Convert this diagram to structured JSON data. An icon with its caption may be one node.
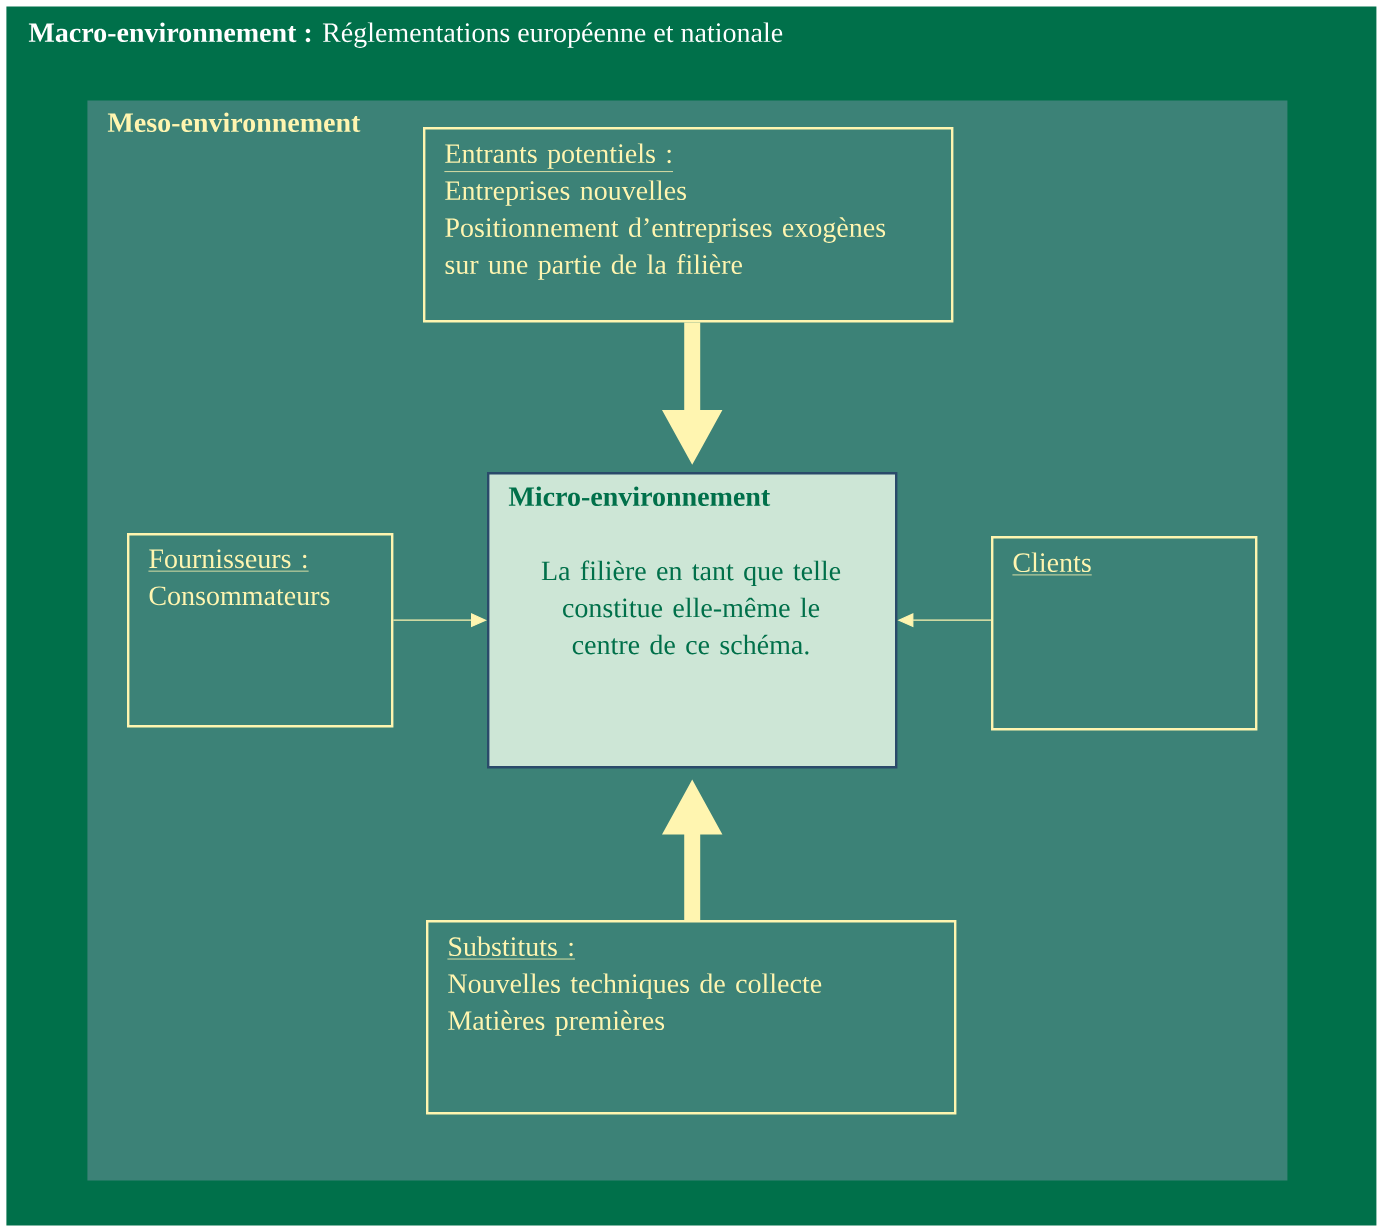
{
  "diagram": {
    "nodes": [
      {
        "text": [
          "**Macro-environnement :** Réglementations européenne et nationale"
        ]
      },
      {
        "text": [
          "Meso-environnement"
        ],
        "in": 0
      },
      {
        "text": [
          "Entrants potentiels :",
          "Entreprises nouvelles",
          "Positionnement d’entreprises exogènes sur une partie de la filière"
        ],
        "in": 1
      },
      {
        "text": [
          "Micro-environnement",
          "La filière en tant que telle constitue elle-même le centre de ce schéma."
        ],
        "in": 1
      },
      {
        "text": [
          "Fournisseurs :",
          "Consommateurs"
        ],
        "in": 1
      },
      {
        "text": [
          "Clients"
        ],
        "in": 1
      },
      {
        "text": [
          "Substituts :",
          "Nouvelles techniques de collecte",
          "Matières premières"
        ],
        "in": 1
      }
    ],
    "edges": [
      {
        "from": 2,
        "to": 3,
        "arrow": "to",
        "style": "thick"
      },
      {
        "from": 4,
        "to": 3,
        "arrow": "to"
      },
      {
        "from": 5,
        "to": 3,
        "arrow": "to"
      },
      {
        "from": 6,
        "to": 3,
        "arrow": "to",
        "style": "thick"
      }
    ]
  }
}
